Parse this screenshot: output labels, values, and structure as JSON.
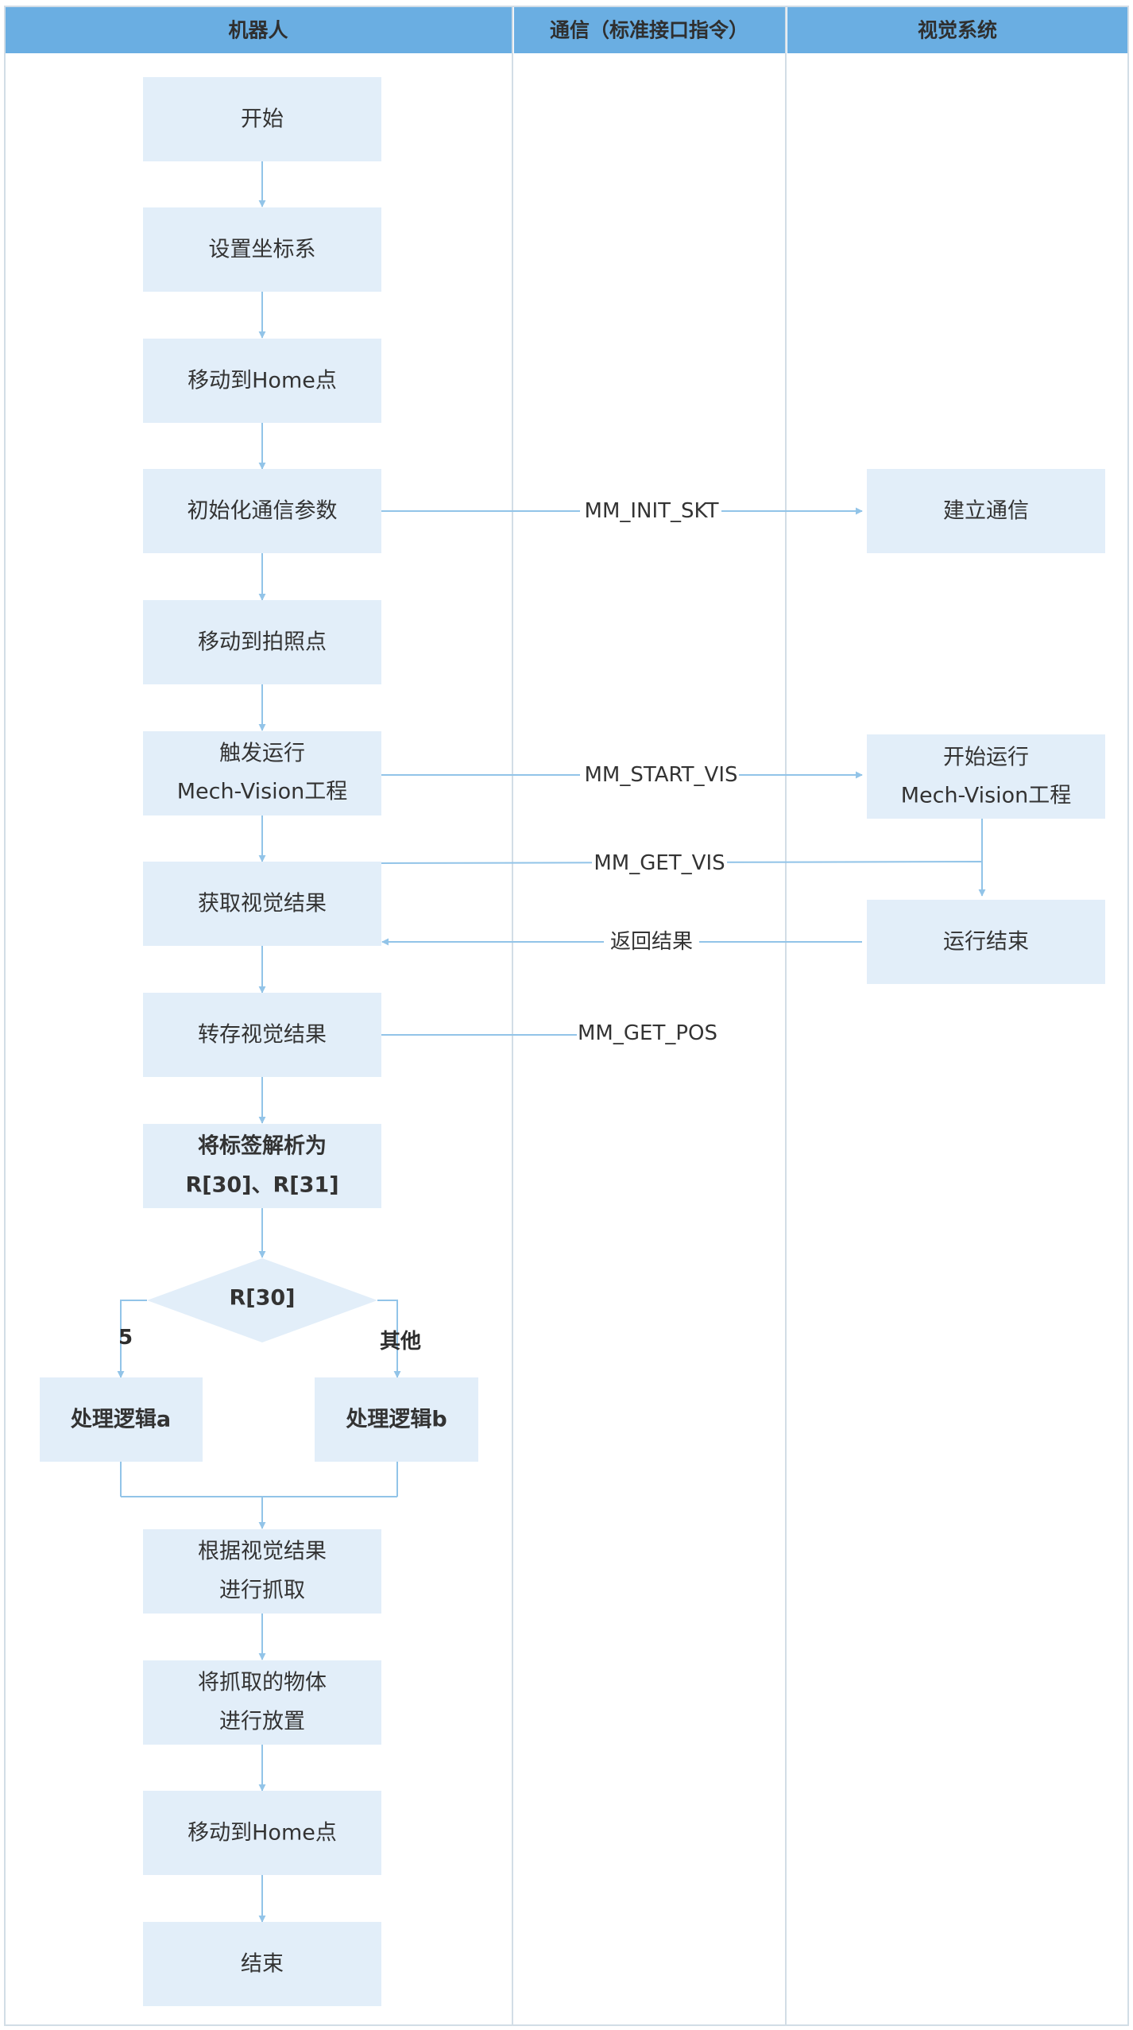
{
  "lanes": {
    "robot": "机器人",
    "comm": "通信（标准接口指令）",
    "vision": "视觉系统"
  },
  "nodes": {
    "start": "开始",
    "set_coord": "设置坐标系",
    "move_home_1": "移动到Home点",
    "init_comm": "初始化通信参数",
    "move_photo": "移动到拍照点",
    "trigger_run_1": "触发运行",
    "trigger_run_2": "Mech-Vision工程",
    "get_result": "获取视觉结果",
    "save_result": "转存视觉结果",
    "parse_1": "将标签解析为",
    "parse_2": "R[30]、R[31]",
    "decision": "R[30]",
    "logic_a": "处理逻辑a",
    "logic_b": "处理逻辑b",
    "pick_1": "根据视觉结果",
    "pick_2": "进行抓取",
    "place_1": "将抓取的物体",
    "place_2": "进行放置",
    "move_home_2": "移动到Home点",
    "end": "结束",
    "establish_comm": "建立通信",
    "start_run_1": "开始运行",
    "start_run_2": "Mech-Vision工程",
    "run_end": "运行结束"
  },
  "edges": {
    "init_skt": "MM_INIT_SKT",
    "start_vis": "MM_START_VIS",
    "get_vis": "MM_GET_VIS",
    "return_result": "返回结果",
    "get_pos": "MM_GET_POS",
    "branch_5": "5",
    "branch_other": "其他"
  },
  "colors": {
    "header": "#6aaee2",
    "node_fill": "#e2eef9",
    "arrow": "#92c4e8",
    "lane_border": "#d2dde6"
  }
}
